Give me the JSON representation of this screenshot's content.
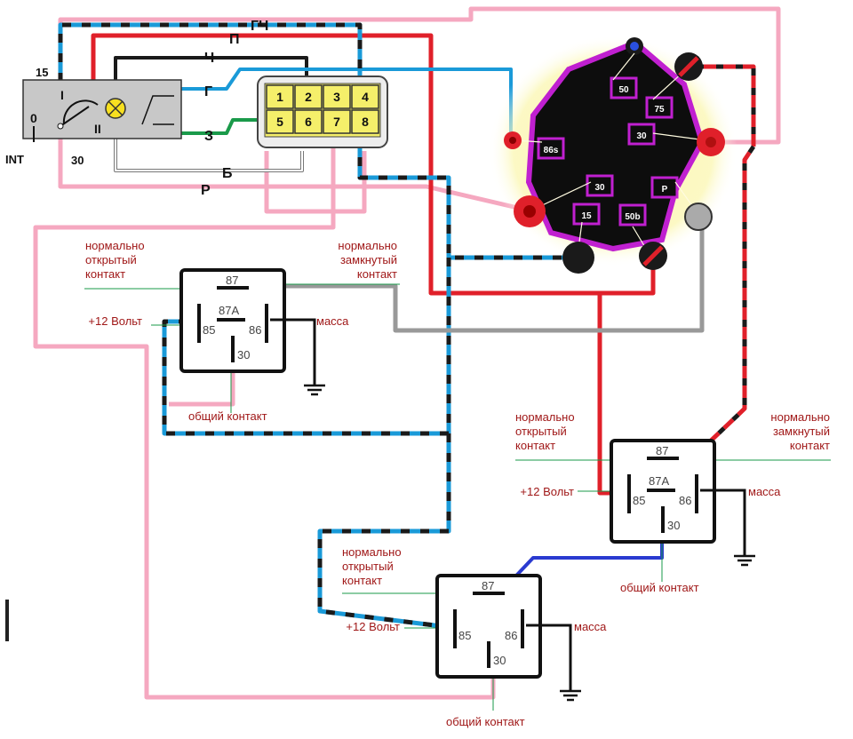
{
  "switch": {
    "pin_15": "15",
    "pin_30": "30",
    "pos_0": "0",
    "pos_1": "I",
    "pos_2": "II",
    "int_label": "INT"
  },
  "wire_labels": {
    "gch": "ГЧ",
    "p": "П",
    "ch": "Ч",
    "g": "Г",
    "z": "З",
    "b": "Б",
    "r": "Р"
  },
  "connector": {
    "pins": [
      "1",
      "2",
      "3",
      "4",
      "5",
      "6",
      "7",
      "8"
    ]
  },
  "starter": {
    "terminals": [
      "50",
      "75",
      "30",
      "86s",
      "30",
      "15",
      "50b",
      "P"
    ]
  },
  "relays": [
    {
      "no_label": "нормально\nоткрытый\nконтакт",
      "nc_label": "нормально\nзамкнутый\nконтакт",
      "plus_label": "+12 Вольт",
      "gnd_label": "масса",
      "common_label": "общий контакт",
      "pins": {
        "p87": "87",
        "p87a": "87A",
        "p85": "85",
        "p86": "86",
        "p30": "30"
      }
    },
    {
      "no_label": "нормально\nоткрытый\nконтакт",
      "nc_label": "нормально\nзамкнутый\nконтакт",
      "plus_label": "+12 Вольт",
      "gnd_label": "масса",
      "common_label": "общий контакт",
      "pins": {
        "p87": "87",
        "p87a": "87A",
        "p85": "85",
        "p86": "86",
        "p30": "30"
      }
    },
    {
      "no_label": "нормально\nоткрытый\nконтакт",
      "plus_label": "+12 Вольт",
      "gnd_label": "масса",
      "common_label": "общий контакт",
      "pins": {
        "p87": "87",
        "p85": "85",
        "p86": "86",
        "p30": "30"
      }
    }
  ],
  "colors": {
    "red": "#e0202a",
    "pink": "#f5a8c0",
    "blue": "#1a9ad8",
    "black": "#1a1a1a",
    "green": "#1a9a4a",
    "grey": "#999999",
    "purple": "#c020d0",
    "connector_yellow": "#f5ef6a",
    "label_red": "#a01818"
  }
}
